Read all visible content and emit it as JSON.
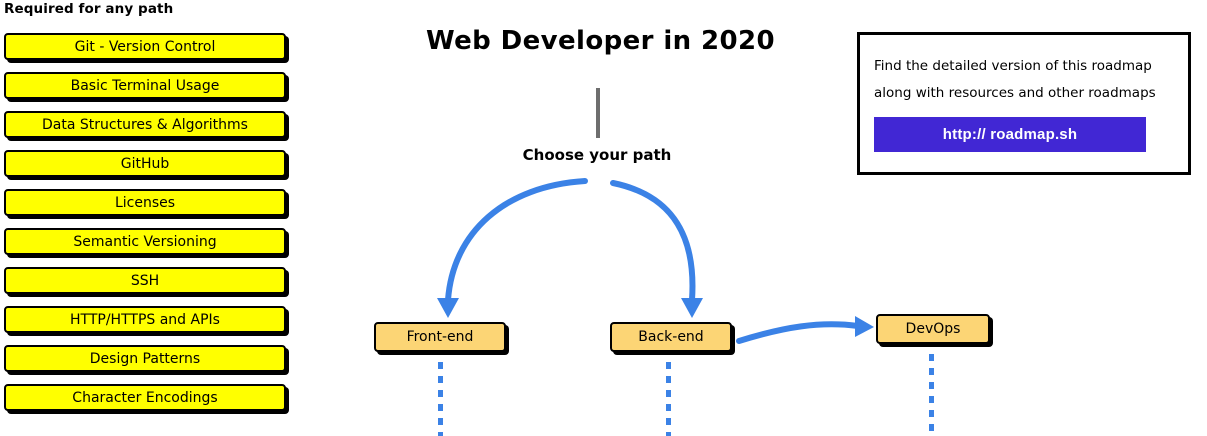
{
  "required_section": {
    "heading": "Required for any path",
    "items": [
      {
        "label": "Git - Version Control"
      },
      {
        "label": "Basic Terminal Usage"
      },
      {
        "label": "Data Structures & Algorithms"
      },
      {
        "label": "GitHub"
      },
      {
        "label": "Licenses"
      },
      {
        "label": "Semantic Versioning"
      },
      {
        "label": "SSH"
      },
      {
        "label": "HTTP/HTTPS and APIs"
      },
      {
        "label": "Design Patterns"
      },
      {
        "label": "Character Encodings"
      }
    ]
  },
  "center": {
    "title": "Web Developer in 2020",
    "choose_path_label": "Choose your path",
    "paths": [
      {
        "label": "Front-end"
      },
      {
        "label": "Back-end"
      },
      {
        "label": "DevOps"
      }
    ]
  },
  "info_box": {
    "line_1": "Find the detailed version of this roadmap",
    "line_2": "along with resources and other roadmaps",
    "button_label": "http:// roadmap.sh"
  },
  "colors": {
    "required_box_fill": "#ffff00",
    "path_box_fill": "#fcd575",
    "arrow_blue": "#3b82e6",
    "button_blue": "#4127d4",
    "stem_gray": "#6e6e6e",
    "outline_black": "#000000"
  }
}
